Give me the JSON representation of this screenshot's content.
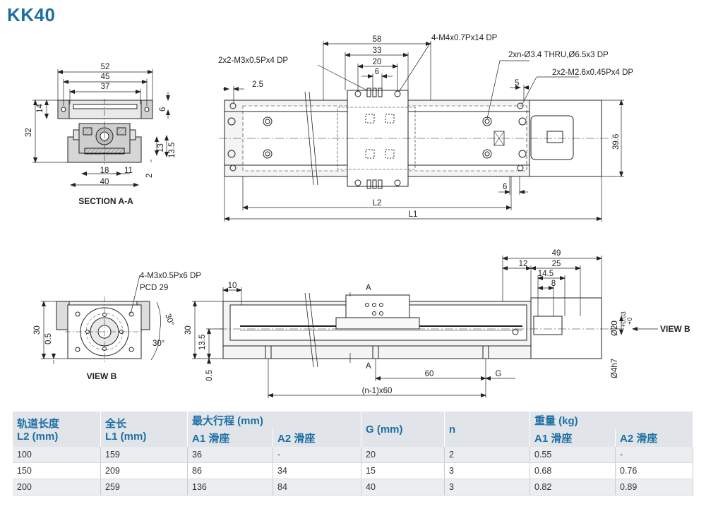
{
  "title": "KK40",
  "section_label": "SECTION A-A",
  "view_b_label": "VIEW B",
  "view_b_arrow_label": "VIEW B",
  "section_marks": [
    "A",
    "A"
  ],
  "callouts": {
    "top_m4": "4-M4x0.7Px14 DP",
    "top_m3": "2x2-M3x0.5Px4 DP",
    "top_thru": "2xn-Ø3.4 THRU,Ø6.5x3 DP",
    "top_m26": "2x2-M2.6x0.45Px4 DP",
    "side_m3": "4-M3x0.5Px6 DP",
    "pcd": "PCD  29"
  },
  "dims": {
    "sec_52": "52",
    "sec_45": "45",
    "sec_37": "37",
    "sec_14": "14",
    "sec_32": "32",
    "sec_6": "6",
    "sec_13": "13",
    "sec_135": "13.5",
    "sec_18": "18",
    "sec_11": "11",
    "sec_40": "40",
    "sec_2": "2",
    "top_58": "58",
    "top_33": "33",
    "top_20": "20",
    "top_6": "6",
    "top_25": "2.5",
    "top_5": "5",
    "top_396": "39.6",
    "top_6b": "6",
    "top_L2": "L2",
    "top_L1": "L1",
    "vb_30": "30",
    "vb_05": "0.5",
    "vb_30deg": "30°",
    "vb_30deg2": "30°",
    "side_10": "10",
    "side_30": "30",
    "side_135": "13.5",
    "side_05": "0.5",
    "side_49": "49",
    "side_12": "12",
    "side_25": "25",
    "side_145": "14.5",
    "side_8": "8",
    "side_60": "60",
    "side_G": "G",
    "side_n60": "(n-1)x60",
    "side_d20": "Ø20",
    "side_d20_tol_up": "+0.03",
    "side_d20_tol_dn": "+0",
    "side_d4": "Ø4h7"
  },
  "table": {
    "headers": {
      "rail_len": [
        "轨道长度",
        "L2 (mm)"
      ],
      "total_len": [
        "全长",
        "L1 (mm)"
      ],
      "max_stroke": "最大行程 (mm)",
      "a1": "A1 滑座",
      "a2": "A2 滑座",
      "g": "G (mm)",
      "n": "n",
      "weight": "重量 (kg)",
      "w_a1": "A1 滑座",
      "w_a2": "A2 滑座"
    },
    "rows": [
      [
        "100",
        "159",
        "36",
        "-",
        "20",
        "2",
        "0.55",
        "-"
      ],
      [
        "150",
        "209",
        "86",
        "34",
        "15",
        "3",
        "0.68",
        "0.76"
      ],
      [
        "200",
        "259",
        "136",
        "84",
        "40",
        "3",
        "0.82",
        "0.89"
      ]
    ]
  }
}
